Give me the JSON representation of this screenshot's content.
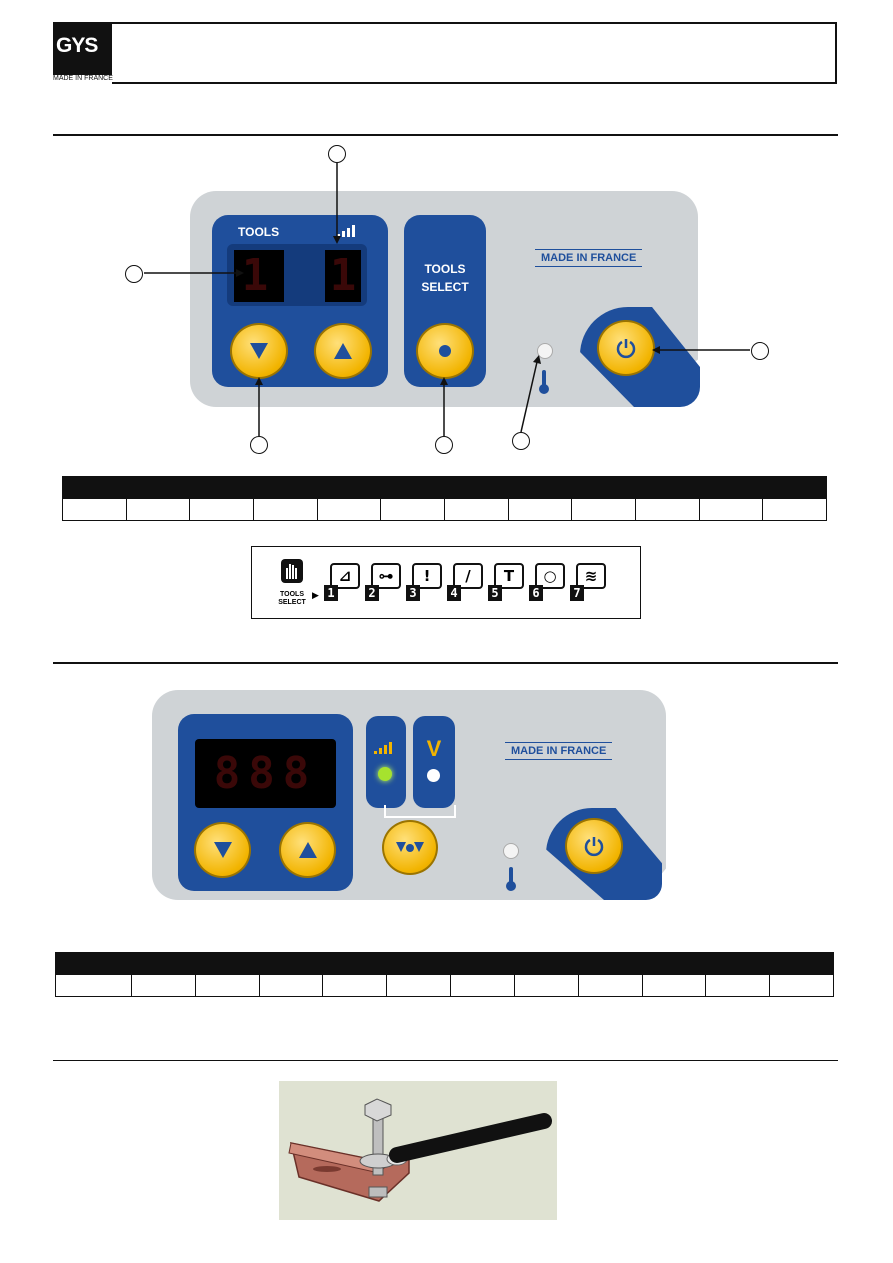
{
  "header": {
    "logo": "GYS",
    "logo_tagline": "MADE IN FRANCE"
  },
  "panel1": {
    "tools_label": "TOOLS",
    "display_left": "1",
    "display_right": "1",
    "select_label_1": "TOOLS",
    "select_label_2": "SELECT",
    "made_in_france": "MADE IN FRANCE",
    "icons": [
      "signal-bars-icon",
      "down-arrow-icon",
      "up-arrow-icon",
      "dot-icon",
      "thermometer-icon",
      "power-icon"
    ]
  },
  "tools_strip": {
    "select_label_1": "TOOLS",
    "select_label_2": "SELECT",
    "numbers": [
      "1",
      "2",
      "3",
      "4",
      "5",
      "6",
      "7"
    ],
    "glyphs": [
      "⊿",
      "⊶",
      "!",
      "/",
      "T",
      "○",
      "≋"
    ]
  },
  "panel2": {
    "display": "888",
    "v_label": "V",
    "made_in_france": "MADE IN FRANCE",
    "icons": [
      "signal-bars-icon",
      "green-led-icon",
      "down-arrow-icon",
      "up-arrow-icon",
      "thermometer-icon",
      "power-icon"
    ]
  },
  "colors": {
    "panel_grey": "#cfd3d6",
    "panel_blue": "#1f4f9c",
    "button_yellow": "#f2b400",
    "led_green": "#a6e22e"
  }
}
